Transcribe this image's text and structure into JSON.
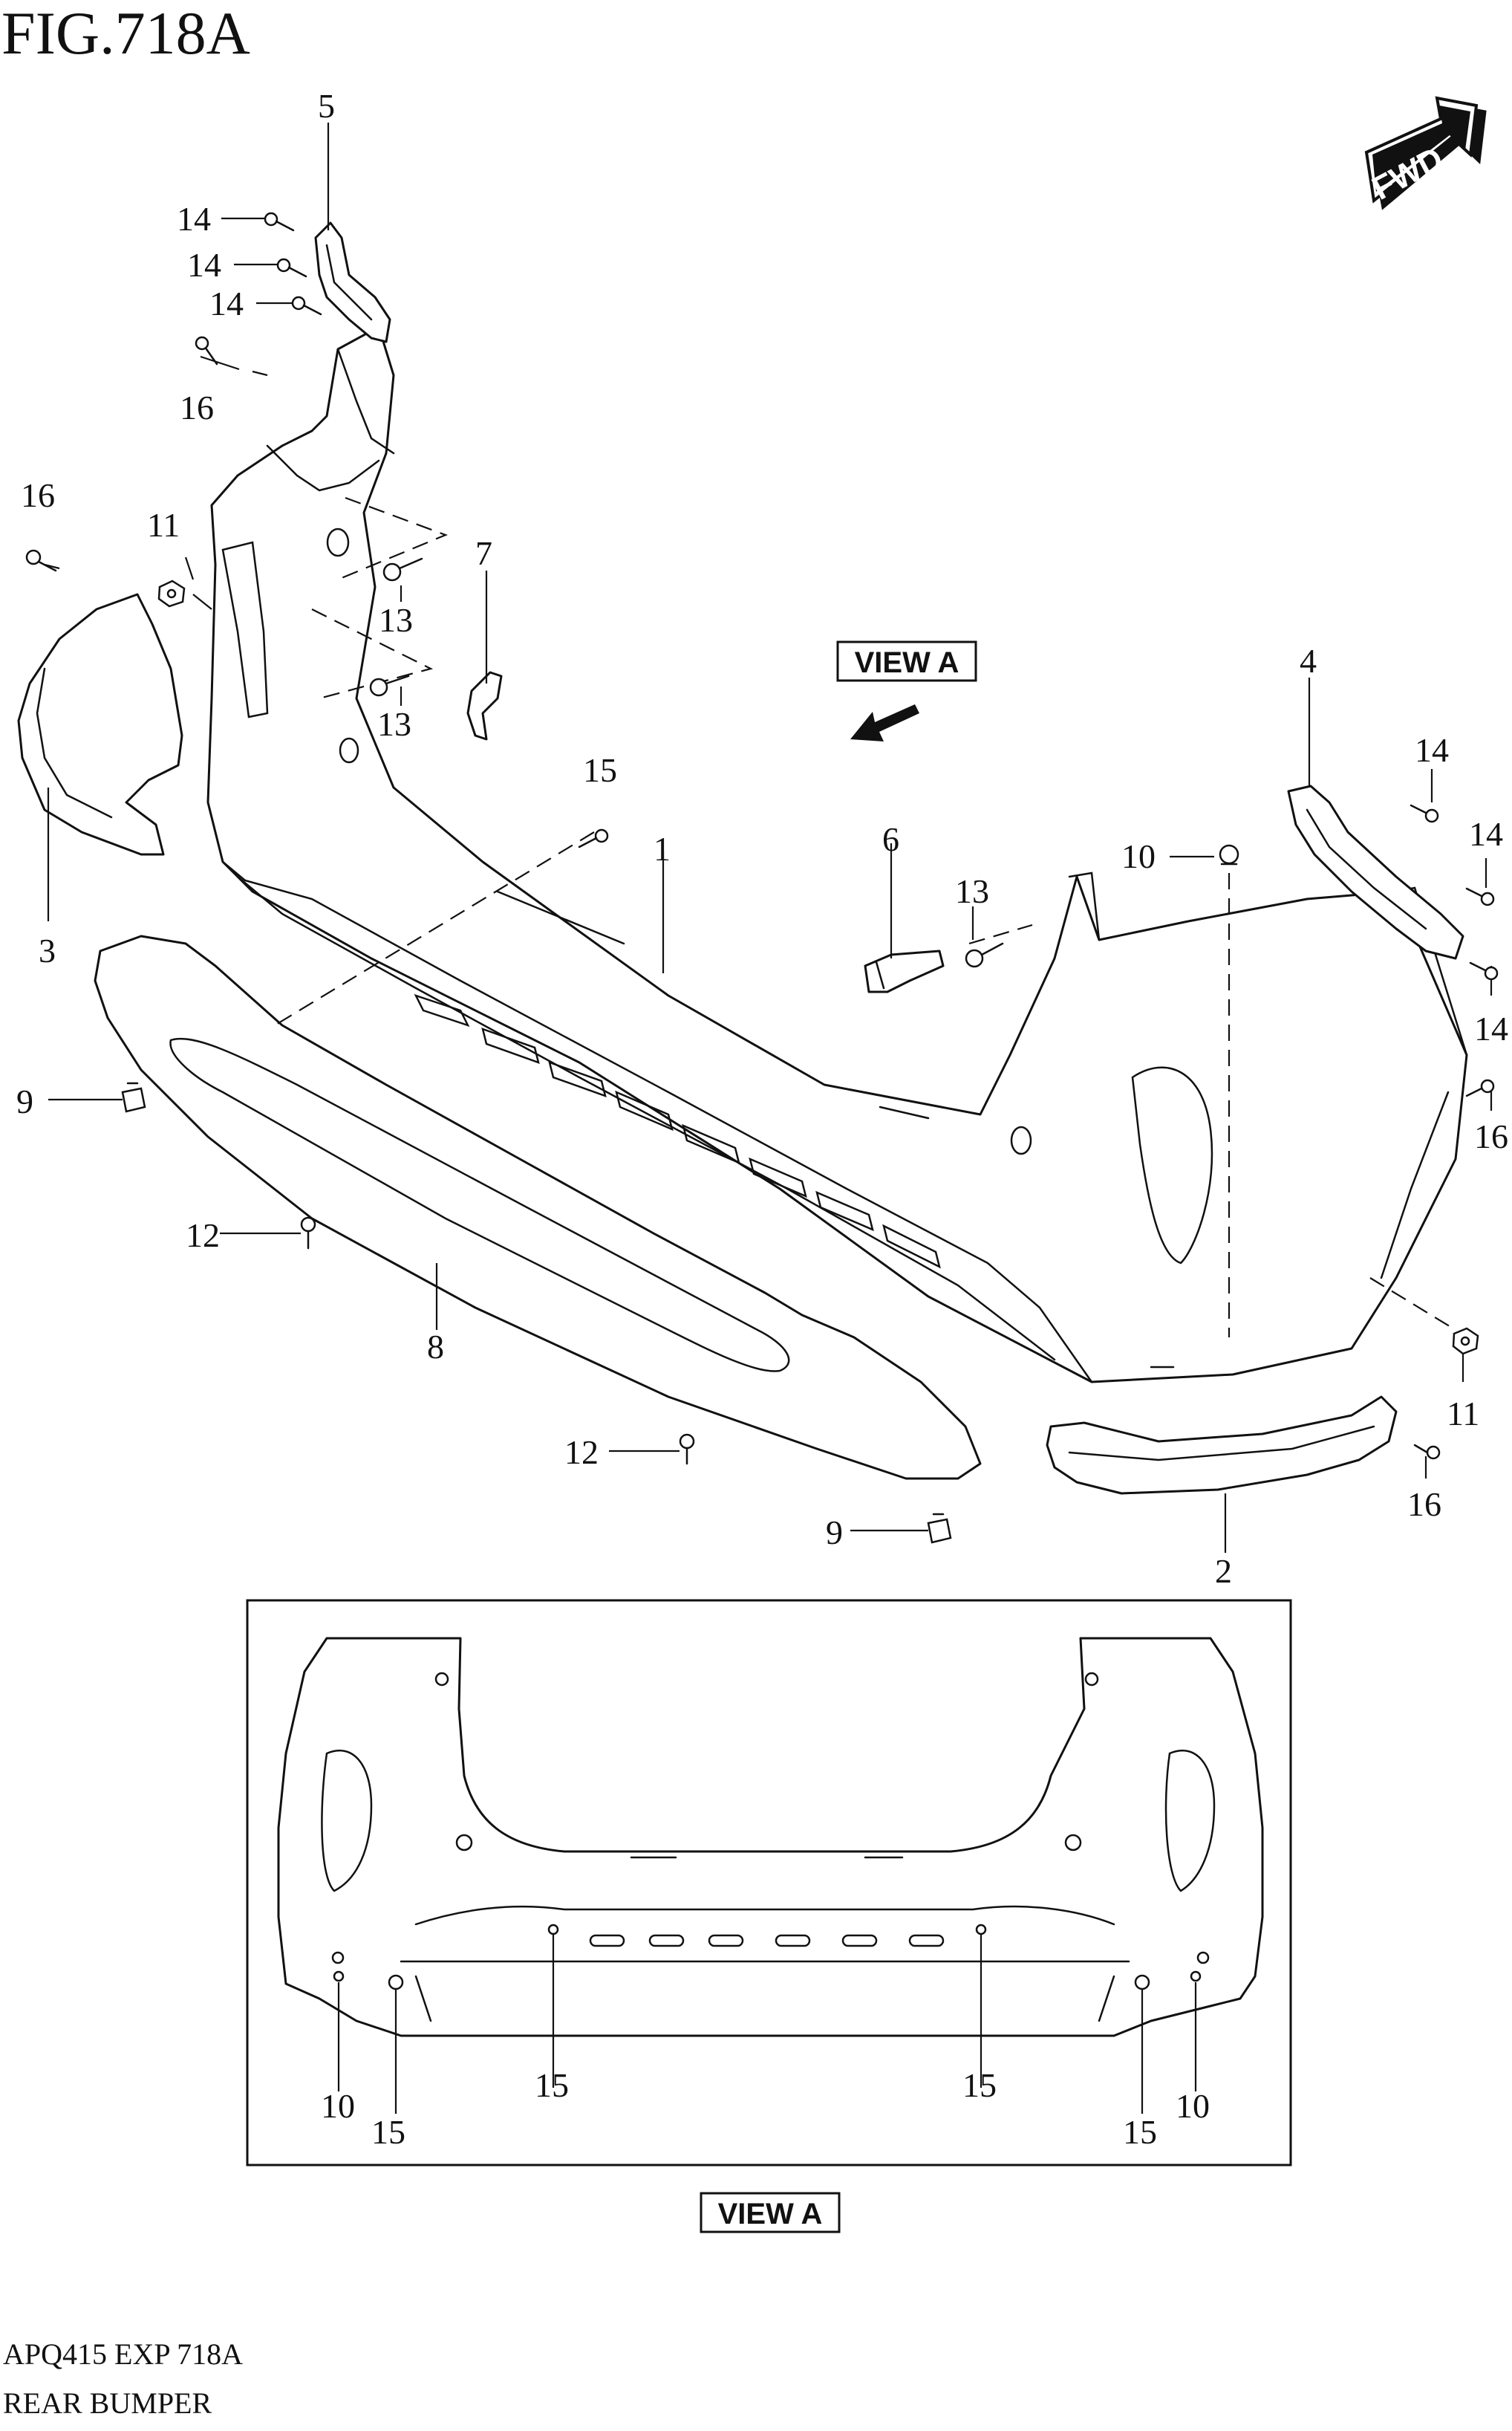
{
  "figure": {
    "title": "FIG.718A",
    "code": "APQ415 EXP 718A",
    "name": "REAR BUMPER",
    "fwd_label": "FWD",
    "view_label": "VIEW A"
  },
  "callouts": {
    "c1": "1",
    "c2": "2",
    "c3": "3",
    "c4": "4",
    "c5": "5",
    "c6": "6",
    "c7": "7",
    "c8": "8",
    "c9a": "9",
    "c9b": "9",
    "c10a": "10",
    "c10b": "10",
    "c10c": "10",
    "c11a": "11",
    "c11b": "11",
    "c12a": "12",
    "c12b": "12",
    "c13a": "13",
    "c13b": "13",
    "c13c": "13",
    "c14a": "14",
    "c14b": "14",
    "c14c": "14",
    "c14d": "14",
    "c14e": "14",
    "c14f": "14",
    "c15a": "15",
    "c15b": "15",
    "c15c": "15",
    "c15d": "15",
    "c15e": "15",
    "c16a": "16",
    "c16b": "16",
    "c16c": "16",
    "c16d": "16"
  }
}
